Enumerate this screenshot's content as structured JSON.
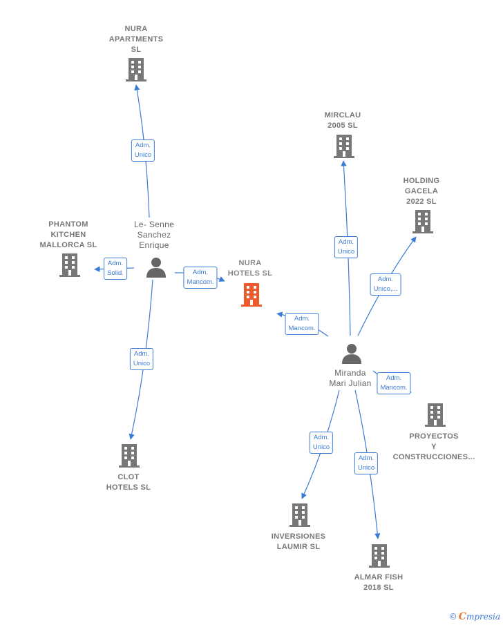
{
  "colors": {
    "edge": "#3a7bd5",
    "company_icon": "#777777",
    "focus_icon": "#ee5a2a",
    "person_icon": "#666666",
    "label": "#777777"
  },
  "nodes": {
    "nura_apartments": {
      "type": "company",
      "lines": [
        "NURA",
        "APARTMENTS",
        "SL"
      ]
    },
    "mirclau": {
      "type": "company",
      "lines": [
        "MIRCLAU",
        "2005 SL"
      ]
    },
    "holding_gacela": {
      "type": "company",
      "lines": [
        "HOLDING",
        "GACELA",
        "2022  SL"
      ]
    },
    "phantom_kitchen": {
      "type": "company",
      "lines": [
        "PHANTOM",
        "KITCHEN",
        "MALLORCA  SL"
      ]
    },
    "le_senne": {
      "type": "person",
      "lines": [
        "Le- Senne",
        "Sanchez",
        "Enrique"
      ]
    },
    "nura_hotels": {
      "type": "focus",
      "lines": [
        "NURA",
        "HOTELS  SL"
      ]
    },
    "miranda": {
      "type": "person",
      "lines": [
        "Miranda",
        "Mari Julian"
      ]
    },
    "proyectos": {
      "type": "company",
      "lines": [
        "PROYECTOS",
        "Y",
        "CONSTRUCCIONES..."
      ]
    },
    "clot_hotels": {
      "type": "company",
      "lines": [
        "CLOT",
        "HOTELS  SL"
      ]
    },
    "inversiones": {
      "type": "company",
      "lines": [
        "INVERSIONES",
        "LAUMIR  SL"
      ]
    },
    "almar_fish": {
      "type": "company",
      "lines": [
        "ALMAR FISH",
        "2018  SL"
      ]
    }
  },
  "edges": [
    {
      "id": "e1",
      "from": "le_senne",
      "to": "nura_apartments",
      "lines": [
        "Adm.",
        "Unico"
      ]
    },
    {
      "id": "e2",
      "from": "le_senne",
      "to": "phantom_kitchen",
      "lines": [
        "Adm.",
        "Solid."
      ]
    },
    {
      "id": "e3",
      "from": "le_senne",
      "to": "nura_hotels",
      "lines": [
        "Adm.",
        "Mancom."
      ]
    },
    {
      "id": "e4",
      "from": "le_senne",
      "to": "clot_hotels",
      "lines": [
        "Adm.",
        "Unico"
      ]
    },
    {
      "id": "e5",
      "from": "miranda",
      "to": "nura_hotels",
      "lines": [
        "Adm.",
        "Mancom."
      ]
    },
    {
      "id": "e6",
      "from": "miranda",
      "to": "mirclau",
      "lines": [
        "Adm.",
        "Unico"
      ]
    },
    {
      "id": "e7",
      "from": "miranda",
      "to": "holding_gacela",
      "lines": [
        "Adm.",
        "Unico,..."
      ]
    },
    {
      "id": "e8",
      "from": "miranda",
      "to": "proyectos",
      "lines": [
        "Adm.",
        "Mancom."
      ]
    },
    {
      "id": "e9",
      "from": "miranda",
      "to": "inversiones",
      "lines": [
        "Adm.",
        "Unico"
      ]
    },
    {
      "id": "e10",
      "from": "miranda",
      "to": "almar_fish",
      "lines": [
        "Adm.",
        "Unico"
      ]
    }
  ],
  "footer": {
    "copyright": "©",
    "brand_first": "C",
    "brand_rest": "mpresia"
  }
}
